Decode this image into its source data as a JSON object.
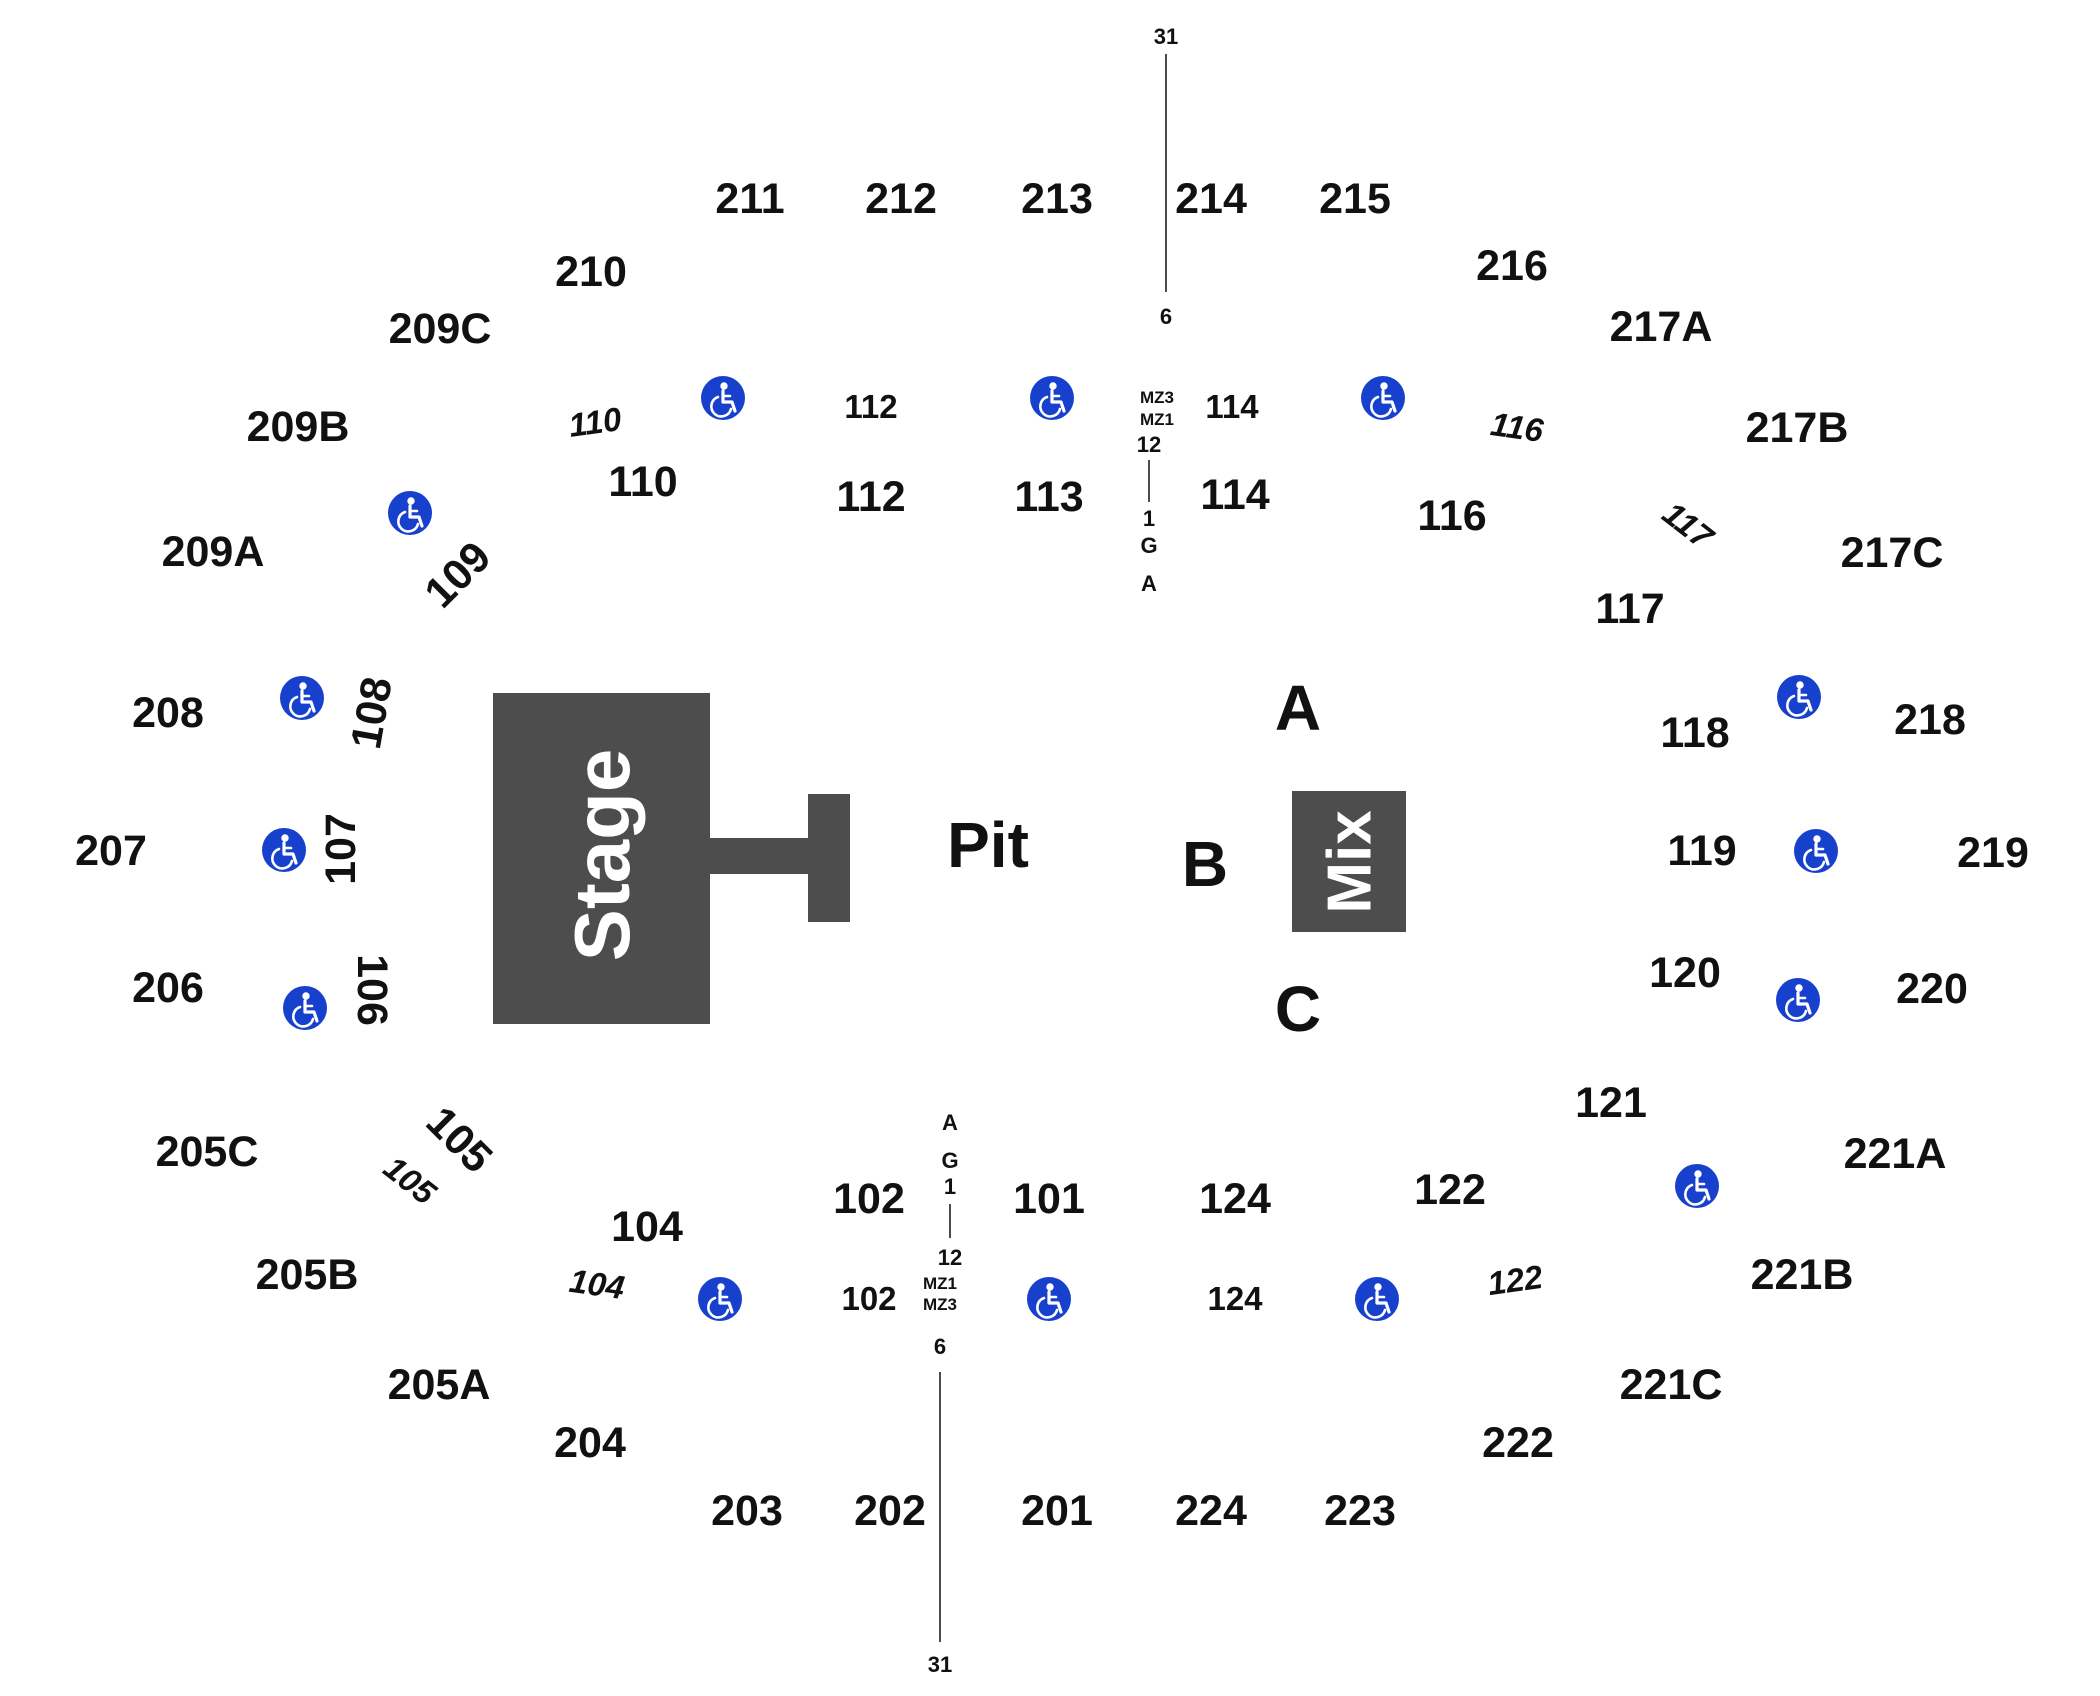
{
  "venue": {
    "stage_label": "Stage",
    "pit_label": "Pit",
    "mix_label": "Mix",
    "floor": {
      "a": "A",
      "b": "B",
      "c": "C"
    },
    "colors": {
      "block": "#4d4d4d",
      "accessible": "#1740cc",
      "text": "#111111"
    },
    "upper_sections": {
      "s201": "201",
      "s202": "202",
      "s203": "203",
      "s204": "204",
      "s205a": "205A",
      "s205b": "205B",
      "s205c": "205C",
      "s206": "206",
      "s207": "207",
      "s208": "208",
      "s209a": "209A",
      "s209b": "209B",
      "s209c": "209C",
      "s210": "210",
      "s211": "211",
      "s212": "212",
      "s213": "213",
      "s214": "214",
      "s215": "215",
      "s216": "216",
      "s217a": "217A",
      "s217b": "217B",
      "s217c": "217C",
      "s218": "218",
      "s219": "219",
      "s220": "220",
      "s221a": "221A",
      "s221b": "221B",
      "s221c": "221C",
      "s222": "222",
      "s223": "223",
      "s224": "224"
    },
    "lower_sections": {
      "s101": "101",
      "s102": "102",
      "s104": "104",
      "s105": "105",
      "s106": "106",
      "s107": "107",
      "s108": "108",
      "s109": "109",
      "s110": "110",
      "s112": "112",
      "s113": "113",
      "s114": "114",
      "s116": "116",
      "s117": "117",
      "s118": "118",
      "s119": "119",
      "s120": "120",
      "s121": "121",
      "s122": "122",
      "s124": "124"
    },
    "inner_sections": {
      "i102": "102",
      "i104": "104",
      "i105": "105",
      "i110": "110",
      "i112": "112",
      "i114": "114",
      "i116": "116",
      "i117": "117",
      "i122": "122",
      "i124": "124"
    },
    "aisle_top": {
      "r31": "31",
      "r6": "6",
      "mz3": "MZ3",
      "mz1": "MZ1",
      "r12": "12",
      "r1": "1",
      "g": "G",
      "a": "A"
    },
    "aisle_bottom": {
      "a": "A",
      "g": "G",
      "r1": "1",
      "r12": "12",
      "mz1": "MZ1",
      "mz3": "MZ3",
      "r6": "6",
      "r31": "31"
    },
    "accessible_icon": "wheelchair-icon"
  }
}
